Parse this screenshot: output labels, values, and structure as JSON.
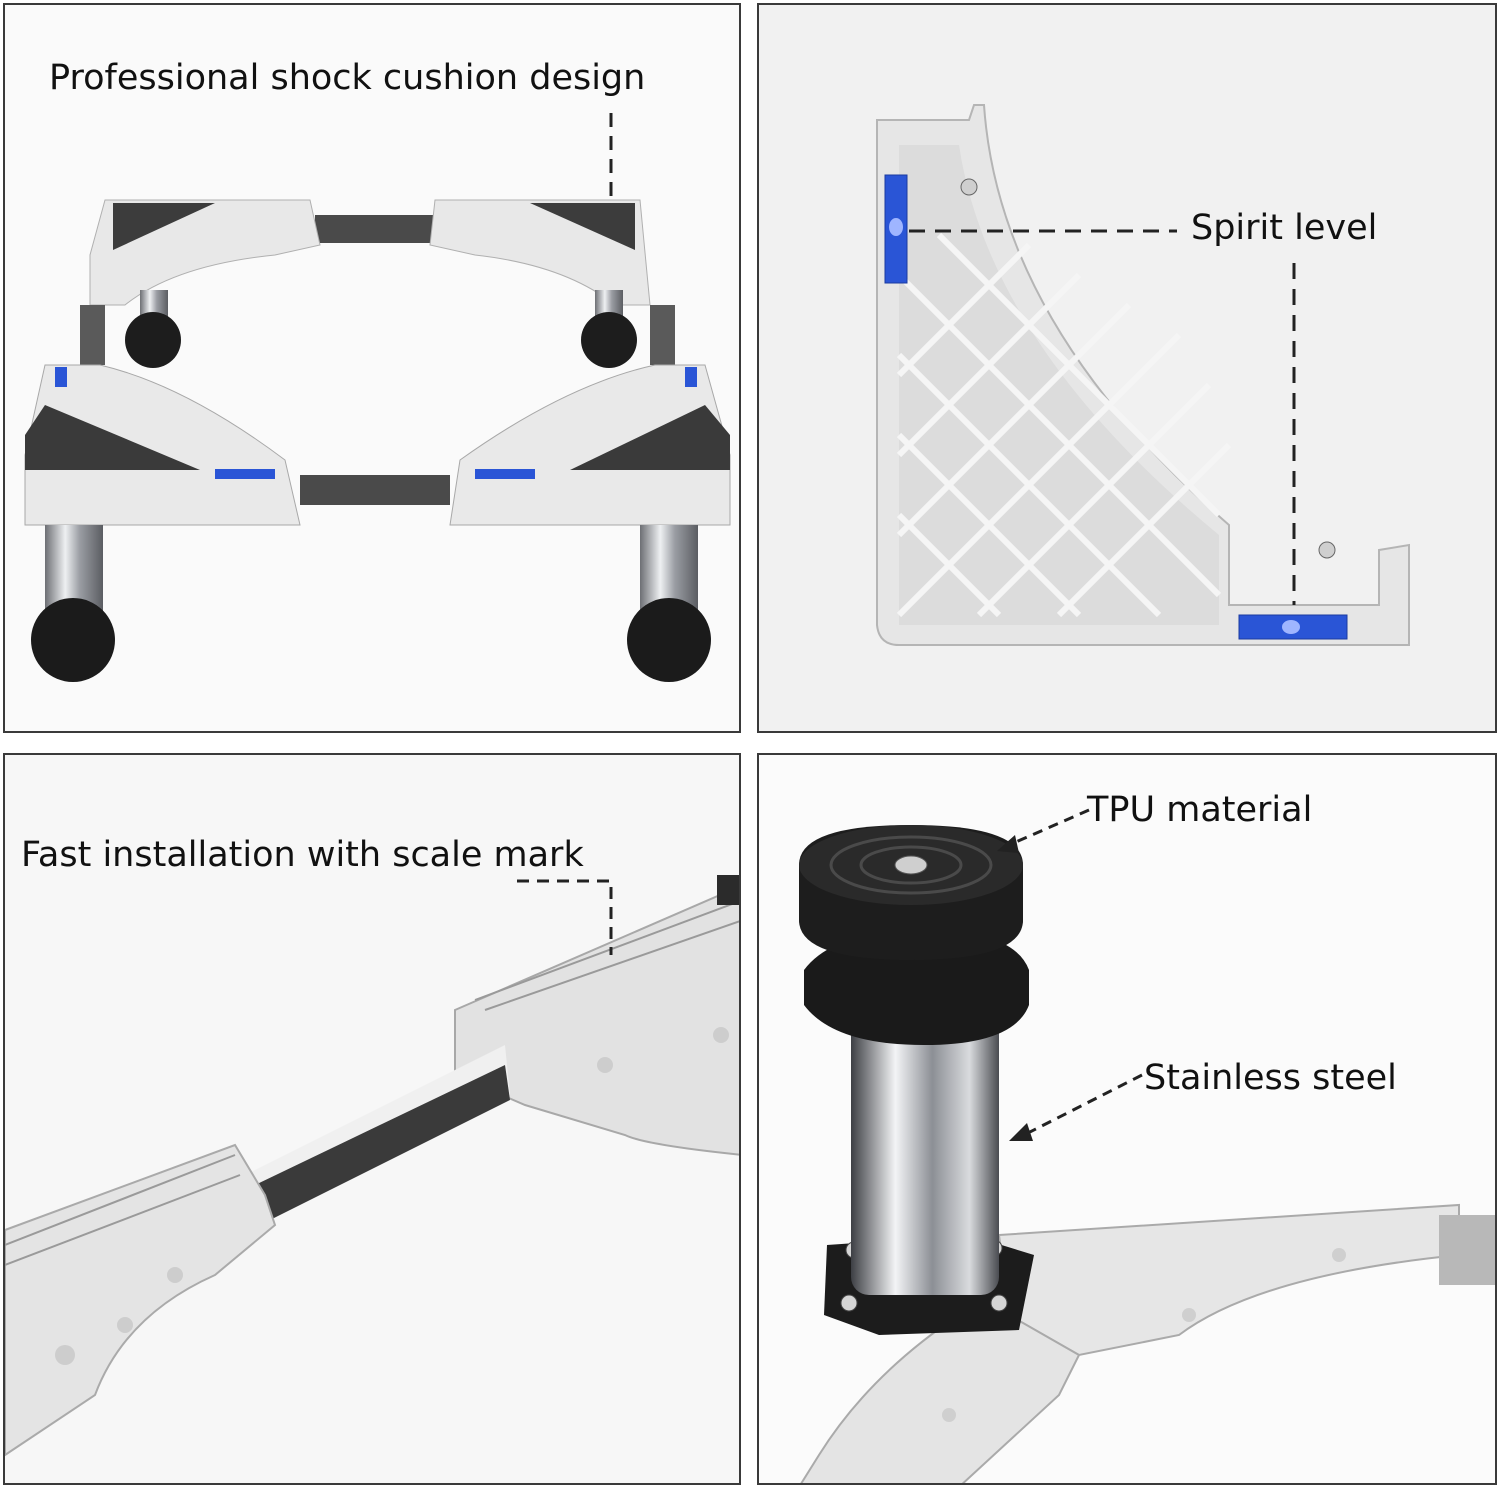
{
  "panels": {
    "top_left": {
      "label": "Professional shock cushion design"
    },
    "top_right": {
      "label": "Spirit level"
    },
    "bottom_left": {
      "label": "Fast installation with scale mark"
    },
    "bottom_right": {
      "label_top": "TPU material",
      "label_bottom": "Stainless steel"
    }
  },
  "colors": {
    "frame": "#e6e6e6",
    "cushion": "#3a3a3a",
    "level": "#2a55d6",
    "steel": "#b9bcc2",
    "foot": "#1b1b1b"
  }
}
